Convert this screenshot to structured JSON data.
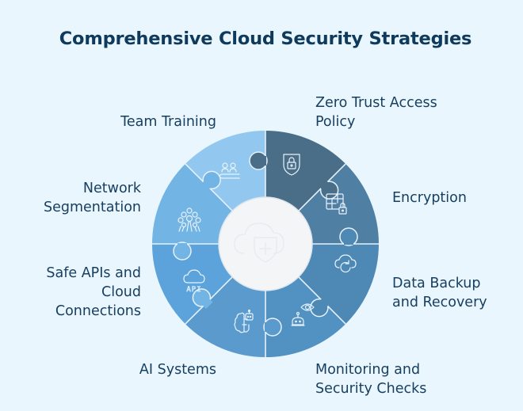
{
  "title": "Comprehensive Cloud Security Strategies",
  "segments": [
    {
      "id": "zero-trust",
      "label_lines": [
        "Zero Trust Access",
        "Policy"
      ],
      "icon": "shield-lock-icon",
      "color": "#4A6E87"
    },
    {
      "id": "encryption",
      "label_lines": [
        "Encryption"
      ],
      "icon": "table-lock-icon",
      "color": "#4F7FA3"
    },
    {
      "id": "data-backup",
      "label_lines": [
        "Data Backup",
        "and Recovery"
      ],
      "icon": "cloud-refresh-icon",
      "color": "#4E89B5"
    },
    {
      "id": "monitoring",
      "label_lines": [
        "Monitoring and",
        "Security Checks"
      ],
      "icon": "robot-eye-icon",
      "color": "#5192C2"
    },
    {
      "id": "ai-systems",
      "label_lines": [
        "AI Systems"
      ],
      "icon": "brain-robot-icon",
      "color": "#5A9ACD"
    },
    {
      "id": "safe-apis",
      "label_lines": [
        "Safe APIs and",
        "Cloud",
        "Connections"
      ],
      "icon": "cloud-api-icon",
      "color": "#5BA3DA"
    },
    {
      "id": "network-segmentation",
      "label_lines": [
        "Network",
        "Segmentation"
      ],
      "icon": "network-nodes-icon",
      "color": "#72B4E3"
    },
    {
      "id": "team-training",
      "label_lines": [
        "Team Training"
      ],
      "icon": "team-training-icon",
      "color": "#92C8EF"
    }
  ],
  "center": {
    "icon": "cloud-shield-icon",
    "color": "#F4F5F6"
  },
  "api_icon_text": "API",
  "colors": {
    "background": "#EAF6FE",
    "title": "#0F3A5C",
    "label": "#173F60",
    "divider": "#E6F1FA"
  }
}
